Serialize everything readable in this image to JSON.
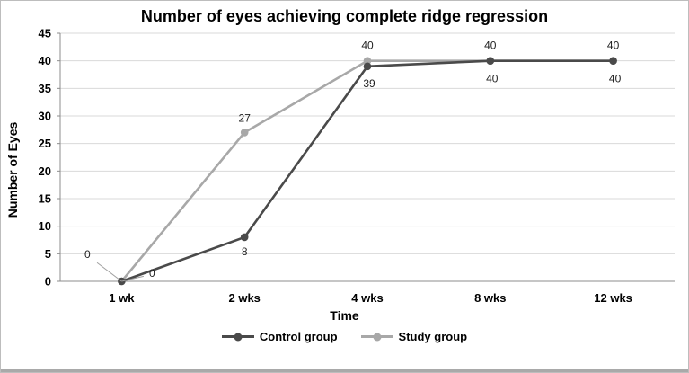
{
  "chart_data": {
    "type": "line",
    "title": "Number of eyes achieving complete ridge regression",
    "xlabel": "Time",
    "ylabel": "Number of Eyes",
    "categories": [
      "1 wk",
      "2 wks",
      "4 wks",
      "8 wks",
      "12 wks"
    ],
    "ylim": [
      0,
      45
    ],
    "ytick_step": 5,
    "grid": true,
    "legend_position": "bottom",
    "colors": {
      "control": "#4a4a4a",
      "study": "#a8a8a8",
      "gridline": "#d9d9d9",
      "axis": "#8c8c8c",
      "label_text": "#1f1f1f"
    },
    "series": [
      {
        "name": "Control group",
        "color": "#4a4a4a",
        "values": [
          0,
          8,
          39,
          40,
          40
        ],
        "labels": [
          {
            "text": "0",
            "dx": -38,
            "dy": -26,
            "leader": true
          },
          {
            "text": "8",
            "dx": 0,
            "dy": 20,
            "leader": false
          },
          {
            "text": "39",
            "dx": 2,
            "dy": 23,
            "leader": false
          },
          {
            "text": "40",
            "dx": 2,
            "dy": 24,
            "leader": false
          },
          {
            "text": "40",
            "dx": 2,
            "dy": 24,
            "leader": false
          }
        ]
      },
      {
        "name": "Study group",
        "color": "#a8a8a8",
        "values": [
          0,
          27,
          40,
          40,
          40
        ],
        "labels": [
          {
            "text": "0",
            "dx": 34,
            "dy": -5,
            "leader": true
          },
          {
            "text": "27",
            "dx": 0,
            "dy": -12,
            "leader": false
          },
          {
            "text": "40",
            "dx": 0,
            "dy": -13,
            "leader": false
          },
          {
            "text": "40",
            "dx": 0,
            "dy": -13,
            "leader": false
          },
          {
            "text": "40",
            "dx": 0,
            "dy": -13,
            "leader": false
          }
        ]
      }
    ]
  }
}
